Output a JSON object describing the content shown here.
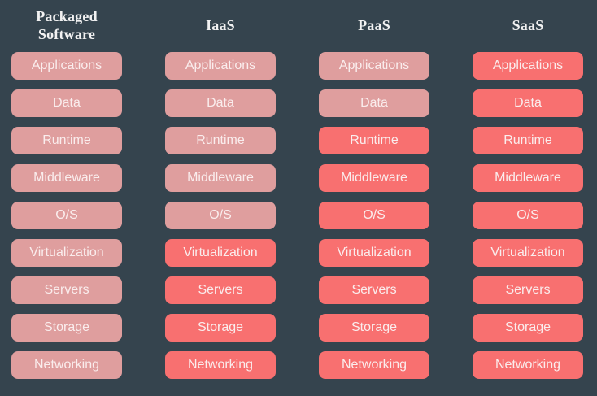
{
  "colors": {
    "background": "#35444E",
    "managed_light": "#DF9E9E",
    "managed_bright": "#F87070",
    "header_text": "#F2F2F2",
    "box_text": "#FAEDED"
  },
  "legend_semantics": {
    "light_variant": "you-manage",
    "bright_variant": "provider-managed"
  },
  "columns": [
    {
      "id": "packaged-software",
      "header_lines": [
        "Packaged",
        "Software"
      ],
      "boxes": [
        {
          "label": "Applications",
          "variant": "light"
        },
        {
          "label": "Data",
          "variant": "light"
        },
        {
          "label": "Runtime",
          "variant": "light"
        },
        {
          "label": "Middleware",
          "variant": "light"
        },
        {
          "label": "O/S",
          "variant": "light"
        },
        {
          "label": "Virtualization",
          "variant": "light"
        },
        {
          "label": "Servers",
          "variant": "light"
        },
        {
          "label": "Storage",
          "variant": "light"
        },
        {
          "label": "Networking",
          "variant": "light"
        }
      ]
    },
    {
      "id": "iaas",
      "header_lines": [
        "IaaS"
      ],
      "boxes": [
        {
          "label": "Applications",
          "variant": "light"
        },
        {
          "label": "Data",
          "variant": "light"
        },
        {
          "label": "Runtime",
          "variant": "light"
        },
        {
          "label": "Middleware",
          "variant": "light"
        },
        {
          "label": "O/S",
          "variant": "light"
        },
        {
          "label": "Virtualization",
          "variant": "bright"
        },
        {
          "label": "Servers",
          "variant": "bright"
        },
        {
          "label": "Storage",
          "variant": "bright"
        },
        {
          "label": "Networking",
          "variant": "bright"
        }
      ]
    },
    {
      "id": "paas",
      "header_lines": [
        "PaaS"
      ],
      "boxes": [
        {
          "label": "Applications",
          "variant": "light"
        },
        {
          "label": "Data",
          "variant": "light"
        },
        {
          "label": "Runtime",
          "variant": "bright"
        },
        {
          "label": "Middleware",
          "variant": "bright"
        },
        {
          "label": "O/S",
          "variant": "bright"
        },
        {
          "label": "Virtualization",
          "variant": "bright"
        },
        {
          "label": "Servers",
          "variant": "bright"
        },
        {
          "label": "Storage",
          "variant": "bright"
        },
        {
          "label": "Networking",
          "variant": "bright"
        }
      ]
    },
    {
      "id": "saas",
      "header_lines": [
        "SaaS"
      ],
      "boxes": [
        {
          "label": "Applications",
          "variant": "bright"
        },
        {
          "label": "Data",
          "variant": "bright"
        },
        {
          "label": "Runtime",
          "variant": "bright"
        },
        {
          "label": "Middleware",
          "variant": "bright"
        },
        {
          "label": "O/S",
          "variant": "bright"
        },
        {
          "label": "Virtualization",
          "variant": "bright"
        },
        {
          "label": "Servers",
          "variant": "bright"
        },
        {
          "label": "Storage",
          "variant": "bright"
        },
        {
          "label": "Networking",
          "variant": "bright"
        }
      ]
    }
  ]
}
